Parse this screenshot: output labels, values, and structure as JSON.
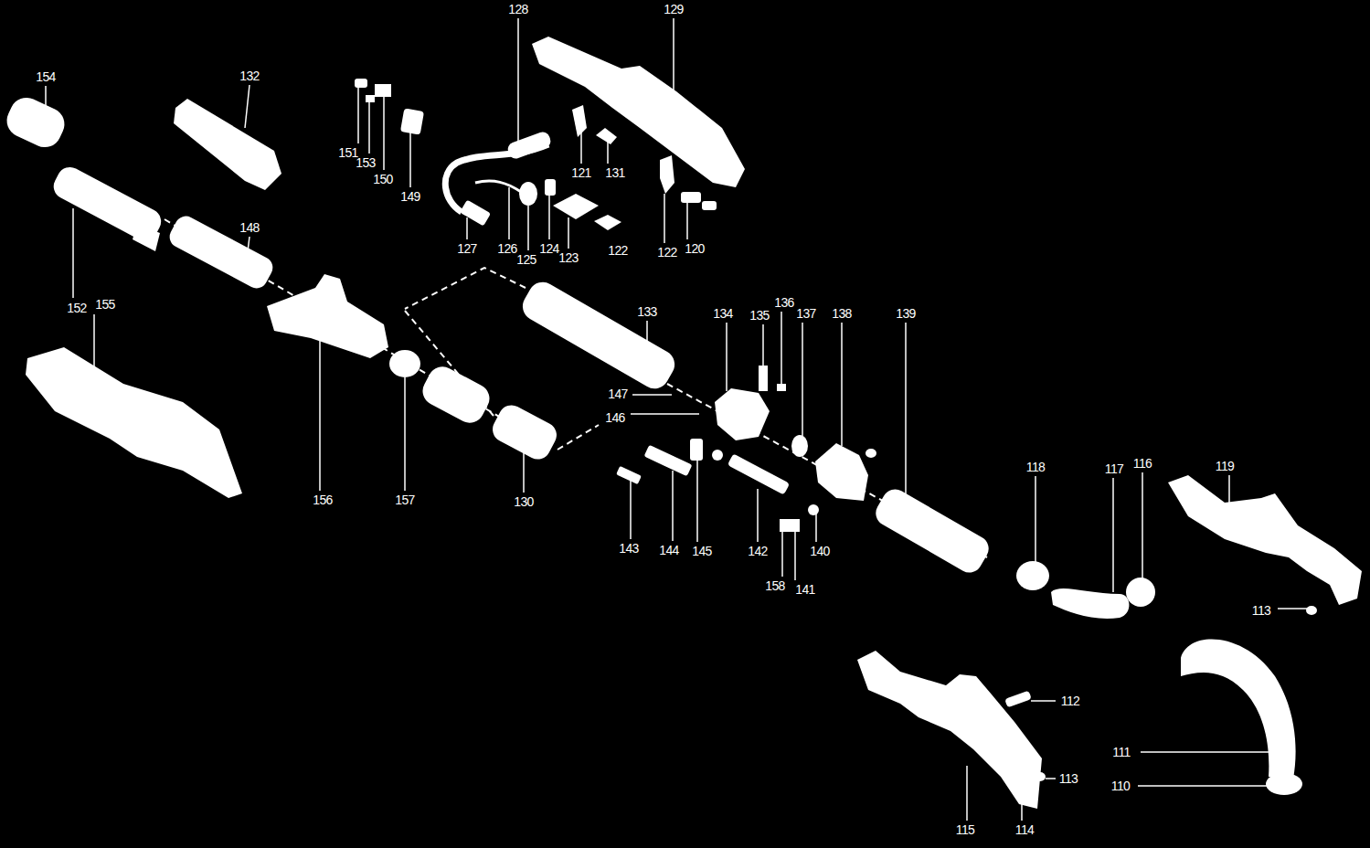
{
  "diagram": {
    "labels": [
      "128",
      "129",
      "154",
      "132",
      "151",
      "153",
      "150",
      "149",
      "121",
      "131",
      "127",
      "126",
      "124",
      "125",
      "123",
      "122",
      "122",
      "120",
      "148",
      "152",
      "155",
      "133",
      "134",
      "136",
      "135",
      "137",
      "138",
      "139",
      "147",
      "146",
      "156",
      "157",
      "130",
      "118",
      "117",
      "116",
      "119",
      "143",
      "144",
      "145",
      "142",
      "140",
      "158",
      "141",
      "113",
      "112",
      "111",
      "110",
      "113",
      "115",
      "114"
    ]
  }
}
